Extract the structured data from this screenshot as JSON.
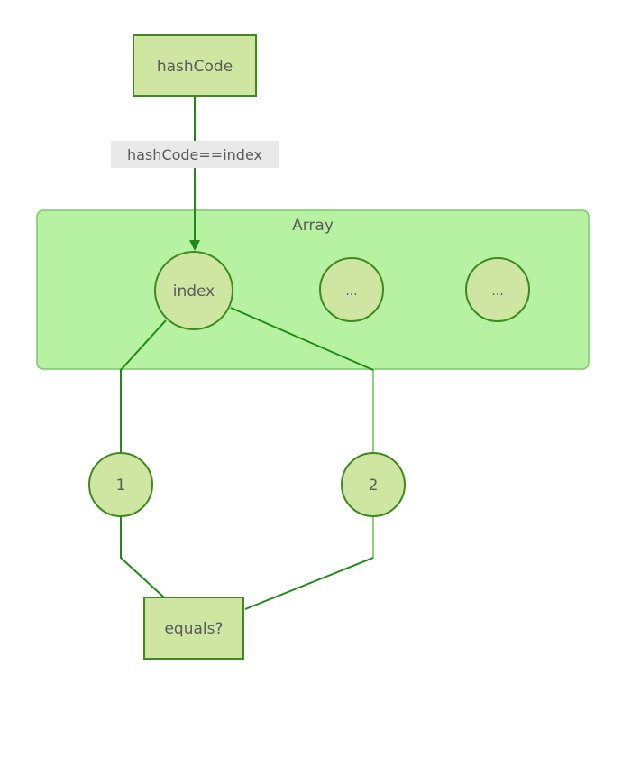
{
  "diagram": {
    "nodes": {
      "hashcode": "hashCode",
      "array": "Array",
      "index": "index",
      "slot_2": "...",
      "slot_3": "...",
      "bucket_1": "1",
      "bucket_2": "2",
      "equals": "equals?"
    },
    "edges": {
      "hashcode_to_index": "hashCode==index"
    }
  },
  "colors": {
    "node_fill": "#cfe6a2",
    "node_stroke": "#3d8a1e",
    "container_fill": "#b6f2a2",
    "container_stroke": "#79c96b",
    "edge_strong": "#1f8a1a",
    "edge_light": "#8fd07a",
    "edge_label_bg": "#e9e9e9"
  }
}
